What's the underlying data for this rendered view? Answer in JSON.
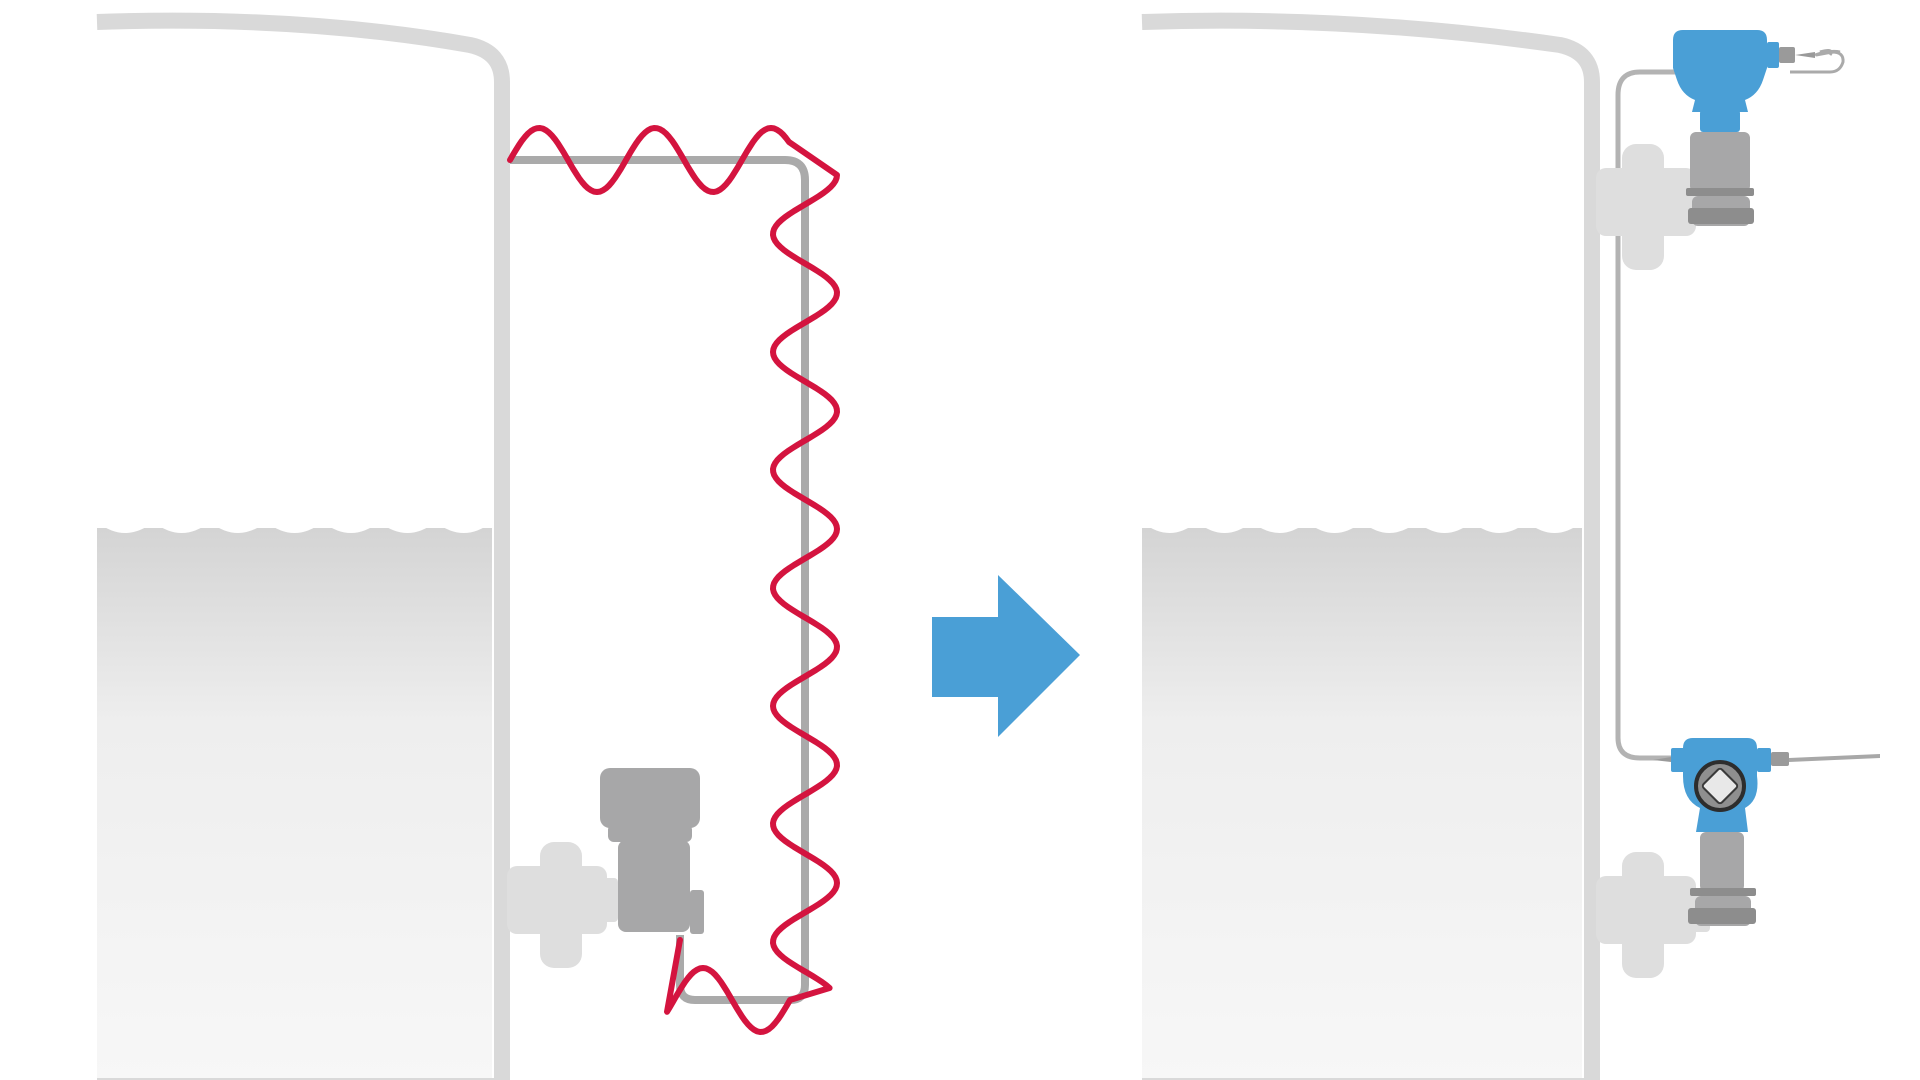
{
  "diagram": {
    "left_panel": {
      "components": [
        "tank",
        "liquid",
        "tank-nozzle",
        "differential-pressure-transmitter",
        "heat-traced-impulse-line",
        "heat-trace-cable"
      ]
    },
    "transition": {
      "icon": "arrow-right-icon"
    },
    "right_panel": {
      "components": [
        "tank",
        "liquid",
        "upper-nozzle",
        "lower-nozzle",
        "high-side-remote-seal-transmitter",
        "low-side-remote-seal-transmitter",
        "electronic-remote-sensor-cable"
      ]
    }
  },
  "colors": {
    "tank_outline": "#d9d9d9",
    "liquid_top": "#d4d4d4",
    "liquid_bottom": "#f7f7f7",
    "impulse_line": "#aaaaaa",
    "heat_trace": "#d4143f",
    "transmitter_gray": "#a7a7a8",
    "flange_gray": "#dedede",
    "transmitter_blue": "#4a9fd6",
    "arrow_blue": "#4a9fd6"
  }
}
